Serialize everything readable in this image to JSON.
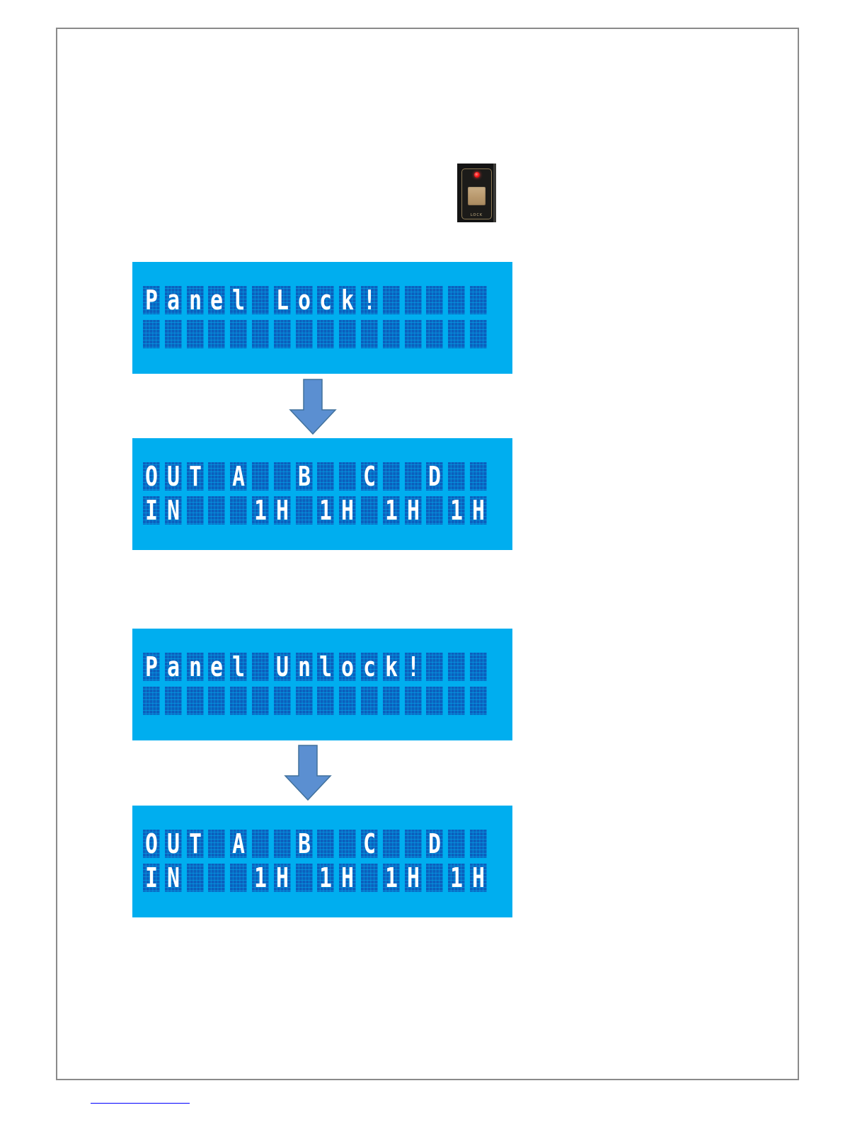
{
  "lock_button": {
    "label": "LOCK",
    "led_color": "#ff1c1c",
    "cap_color": "#b9996e"
  },
  "lcd_colors": {
    "background": "#00aeef",
    "cell": "#0c5fbd",
    "text": "#ffffff"
  },
  "arrow_color": "#5b8fd1",
  "lcd_panels": [
    {
      "line1": "Panel Lock!",
      "line2": ""
    },
    {
      "line1": "OUT A  B  C  D",
      "line2": "IN   1H 1H 1H 1H"
    },
    {
      "line1": "Panel Unlock!",
      "line2": ""
    },
    {
      "line1": "OUT A  B  C  D",
      "line2": "IN   1H 1H 1H 1H"
    }
  ]
}
